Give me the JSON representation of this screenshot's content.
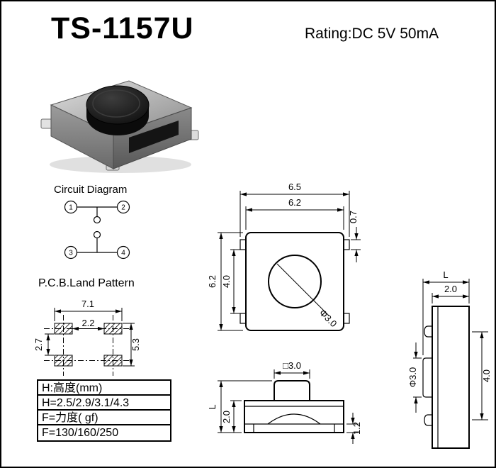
{
  "header": {
    "title": "TS-1157U",
    "rating": "Rating:DC 5V 50mA"
  },
  "circuit": {
    "label": "Circuit Diagram",
    "pins": [
      "1",
      "2",
      "3",
      "4"
    ]
  },
  "pcb": {
    "label": "P.C.B.Land Pattern",
    "dims": {
      "outer_width": "7.1",
      "inner_width": "2.2",
      "inner_height": "2.7",
      "outer_height": "5.3"
    }
  },
  "spec_table": {
    "rows": [
      "H:高度(mm)",
      "H=2.5/2.9/3.1/4.3",
      "F=力度( gf)",
      "F=130/160/250"
    ]
  },
  "top_view": {
    "dims": {
      "overall_width": "6.5",
      "body_width": "6.2",
      "terminal": "0.7",
      "body_height": "6.2",
      "terminal_span": "4.0",
      "button_dia": "Φ3.0"
    }
  },
  "front_view": {
    "dims": {
      "button": "□3.0",
      "total_height": "L",
      "body_height": "2.0",
      "base_height": "1.2"
    }
  },
  "side_view": {
    "dims": {
      "total_depth": "L",
      "body_depth": "2.0",
      "button_dia": "Φ3.0",
      "terminal_span": "4.0"
    }
  }
}
